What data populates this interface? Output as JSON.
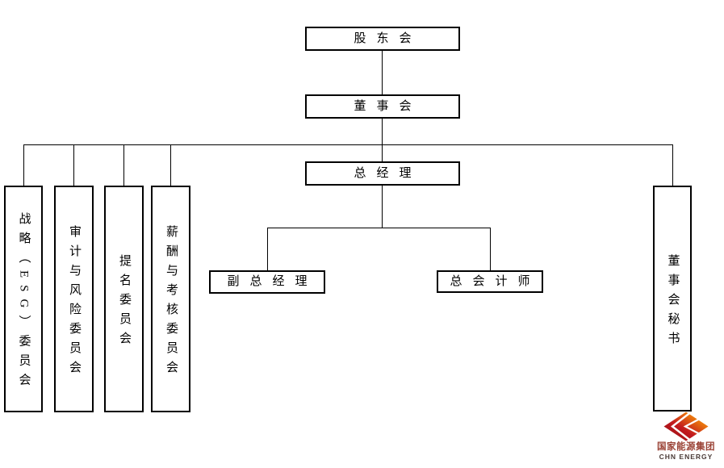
{
  "diagram": {
    "type": "org-chart",
    "nodes": {
      "shareholders": {
        "label": "股东会"
      },
      "board": {
        "label": "董事会"
      },
      "general_manager": {
        "label": "总经理"
      },
      "strategy_esg_committee": {
        "label": "战略（ESG）委员会",
        "orientation": "vertical"
      },
      "audit_risk_committee": {
        "label": "审计与风险委员会",
        "orientation": "vertical"
      },
      "nomination_committee": {
        "label": "提名委员会",
        "orientation": "vertical"
      },
      "remuneration_assessment_committee": {
        "label": "薪酬与考核委员会",
        "orientation": "vertical"
      },
      "board_secretary": {
        "label": "董事会秘书",
        "orientation": "vertical"
      },
      "deputy_general_manager": {
        "label": "副总经理"
      },
      "chief_accountant": {
        "label": "总会计师"
      }
    },
    "edges": [
      {
        "from": "shareholders",
        "to": "board"
      },
      {
        "from": "board",
        "to": "general_manager"
      },
      {
        "from": "board",
        "to": "strategy_esg_committee"
      },
      {
        "from": "board",
        "to": "audit_risk_committee"
      },
      {
        "from": "board",
        "to": "nomination_committee"
      },
      {
        "from": "board",
        "to": "remuneration_assessment_committee"
      },
      {
        "from": "board",
        "to": "board_secretary"
      },
      {
        "from": "general_manager",
        "to": "deputy_general_manager"
      },
      {
        "from": "general_manager",
        "to": "chief_accountant"
      }
    ]
  },
  "logo": {
    "company_name_cn": "国家能源集团",
    "company_name_en": "CHN ENERGY",
    "icon": "diamond-chevrons",
    "colors": {
      "gradient_dark_red": "#8e0e12",
      "gradient_red": "#c2191f",
      "gradient_orange": "#e8720e",
      "gradient_yellow": "#f9a825",
      "text_cn": "#9a4235",
      "text_en": "#4a3a36"
    }
  },
  "colors": {
    "background": "#ffffff",
    "line": "#000000",
    "box_border": "#000000",
    "text": "#000000"
  }
}
